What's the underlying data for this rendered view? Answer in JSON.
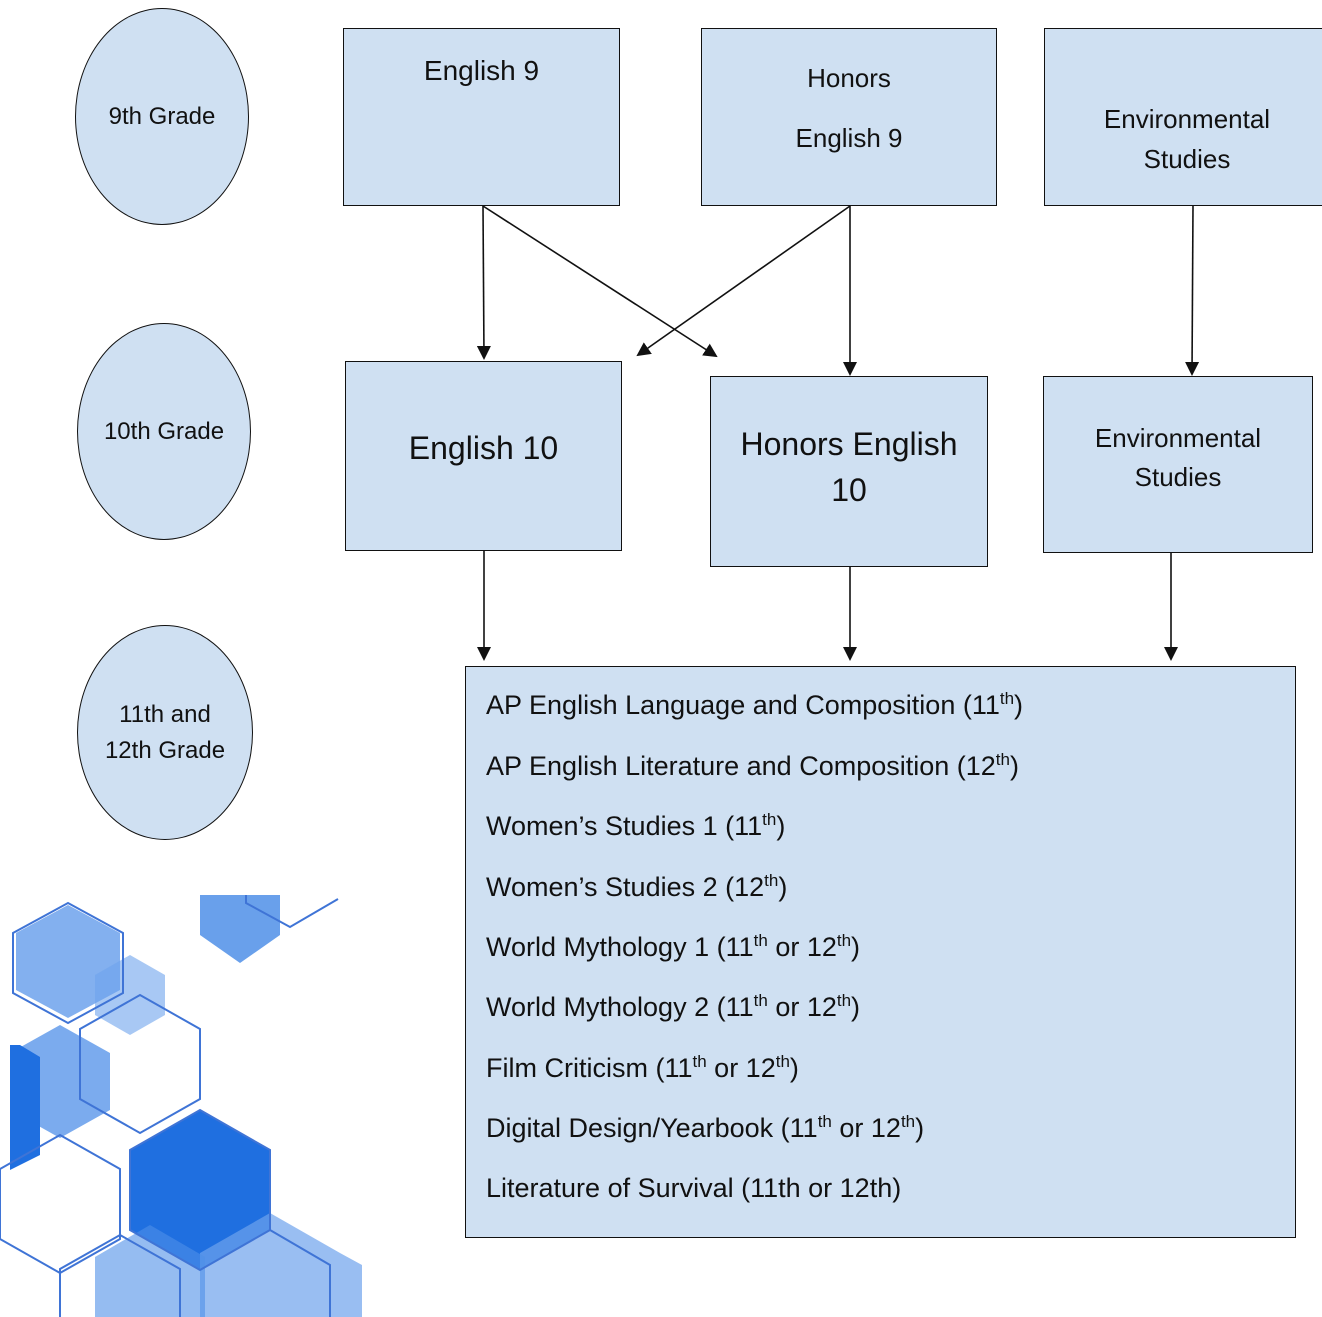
{
  "grades": [
    {
      "label": "9th Grade"
    },
    {
      "label": "10th Grade"
    },
    {
      "label_line1": "11th and",
      "label_line2": "12th Grade"
    }
  ],
  "grade9": {
    "english": "English 9",
    "honors_line1": "Honors",
    "honors_line2": "English 9",
    "env_line1": "Environmental",
    "env_line2": "Studies"
  },
  "grade10": {
    "english": "English 10",
    "honors_line1": "Honors English",
    "honors_line2": "10",
    "env_line1": "Environmental",
    "env_line2": "Studies"
  },
  "electives": [
    {
      "name": "AP English Language and Composition (11",
      "sup": "th",
      "tail": ")"
    },
    {
      "name": "AP English Literature and Composition (12",
      "sup": "th",
      "tail": ")"
    },
    {
      "name": "Women’s Studies 1 (11",
      "sup": "th",
      "tail": ")"
    },
    {
      "name": "Women’s Studies 2 (12",
      "sup": "th",
      "tail": ")"
    },
    {
      "name": "World Mythology 1 (11",
      "sup": "th",
      "mid": " or 12",
      "sup2": "th",
      "tail": ")"
    },
    {
      "name": "World Mythology 2 (11",
      "sup": "th",
      "mid": " or 12",
      "sup2": "th",
      "tail": ")"
    },
    {
      "name": "Film Criticism (11",
      "sup": "th",
      "mid": " or 12",
      "sup2": "th",
      "tail": ")"
    },
    {
      "name": "Digital Design/Yearbook (11",
      "sup": "th",
      "mid": " or 12",
      "sup2": "th",
      "tail": ")"
    },
    {
      "name": "Literature of Survival (11th or 12th)"
    }
  ],
  "colors": {
    "box_fill": "#cfe0f2",
    "line": "#111111",
    "hex_blue": "#1f6fe0"
  }
}
